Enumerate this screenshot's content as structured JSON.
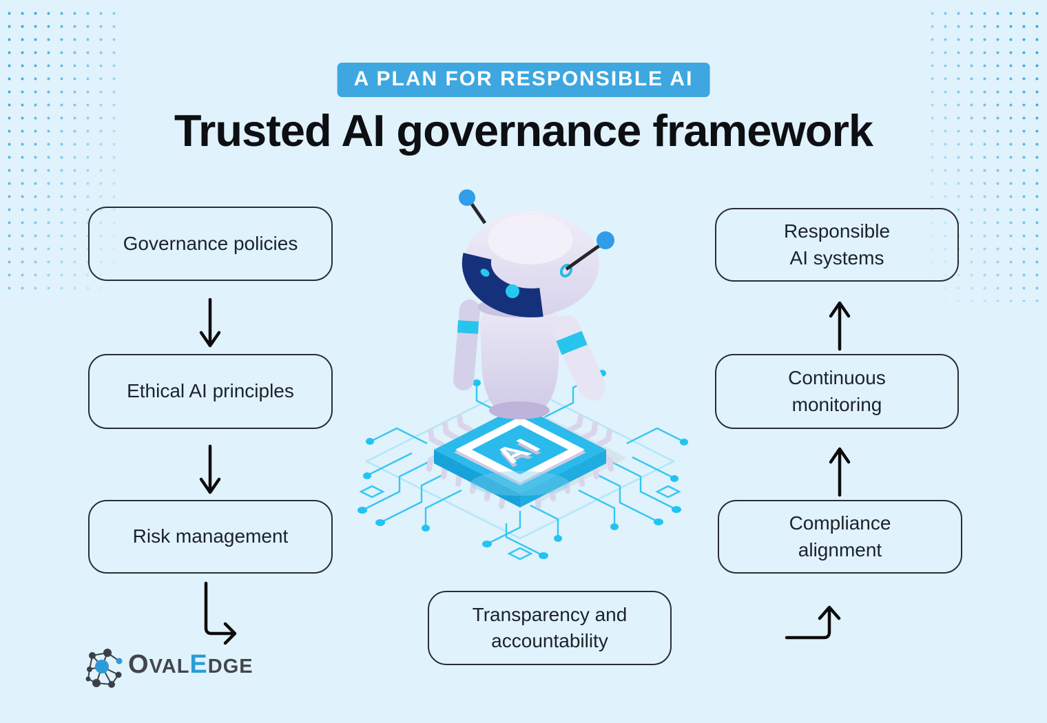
{
  "badge": {
    "label": "A PLAN FOR RESPONSIBLE AI"
  },
  "title": "Trusted AI governance framework",
  "left_flow": {
    "steps": [
      {
        "label": "Governance policies"
      },
      {
        "label": "Ethical AI principles"
      },
      {
        "label": "Risk management"
      }
    ]
  },
  "right_flow": {
    "steps": [
      {
        "label": "Responsible\nAI systems"
      },
      {
        "label": "Continuous\nmonitoring"
      },
      {
        "label": "Compliance\nalignment"
      }
    ]
  },
  "center_flow": {
    "bottom_label": "Transparency and\naccountability",
    "chip_label": "AI"
  },
  "logo": {
    "text_o": "O",
    "text_val": "VAL",
    "text_e": "E",
    "text_dge": "DGE"
  },
  "colors": {
    "background": "#e0f2fb",
    "badge_bg": "#3ea7e0",
    "box_border": "#272d37",
    "text_dark": "#1c222c",
    "arrow": "#0c0c0c",
    "dots_blue": "#2aa7e0",
    "trace_cyan": "#22c3f3",
    "chip_cyan": "#2abaec",
    "visor_navy": "#15317c",
    "antenna_blue": "#2f9de7",
    "logo_blue": "#2b9cd8",
    "logo_dark": "#42464c"
  }
}
